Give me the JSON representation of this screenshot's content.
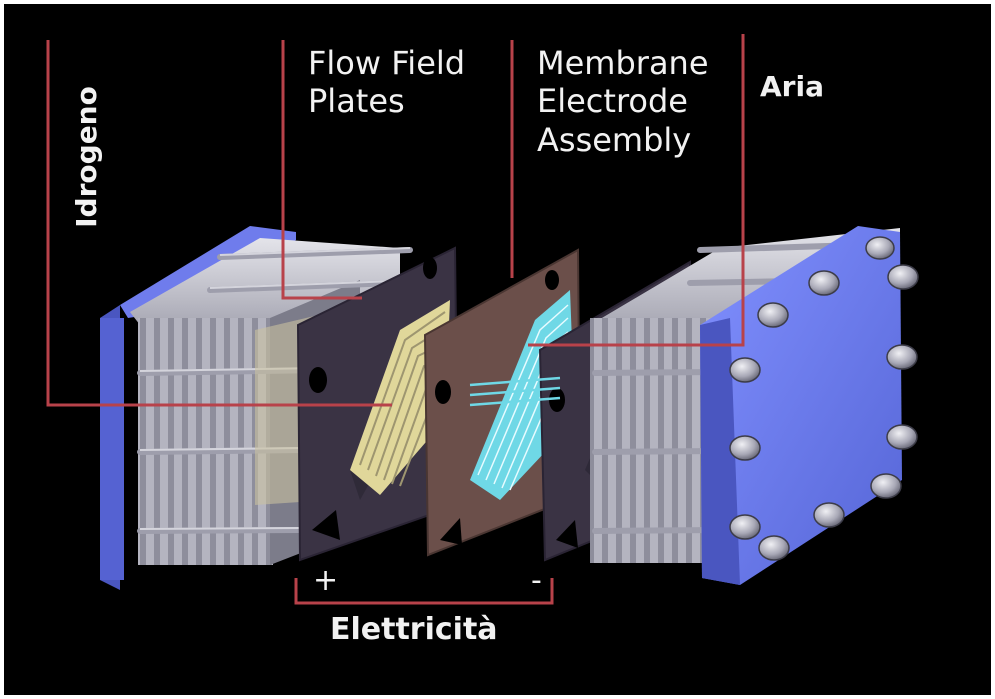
{
  "labels": {
    "idrogeno": "Idrogeno",
    "flow_field_plates": [
      "Flow Field",
      "Plates"
    ],
    "membrane_electrode_assembly": [
      "Membrane",
      "Electrode",
      "Assembly"
    ],
    "aria": "Aria",
    "elettricita": "Elettricità",
    "plus": "+",
    "minus": "-"
  },
  "colors": {
    "background": "#000000",
    "border": "#ffffff",
    "leader_lines": "#b8424a",
    "end_plate_blue": "#5e6ee0",
    "flow_field_yellow": "#e0d79a",
    "membrane_cyan": "#6fd8e6",
    "plate_dark": "#3a3344",
    "membrane_brown": "#6b4f4a",
    "collector_gray": "#a9a9b4"
  },
  "icons": {
    "bolts": "hex-bolt-icon"
  }
}
